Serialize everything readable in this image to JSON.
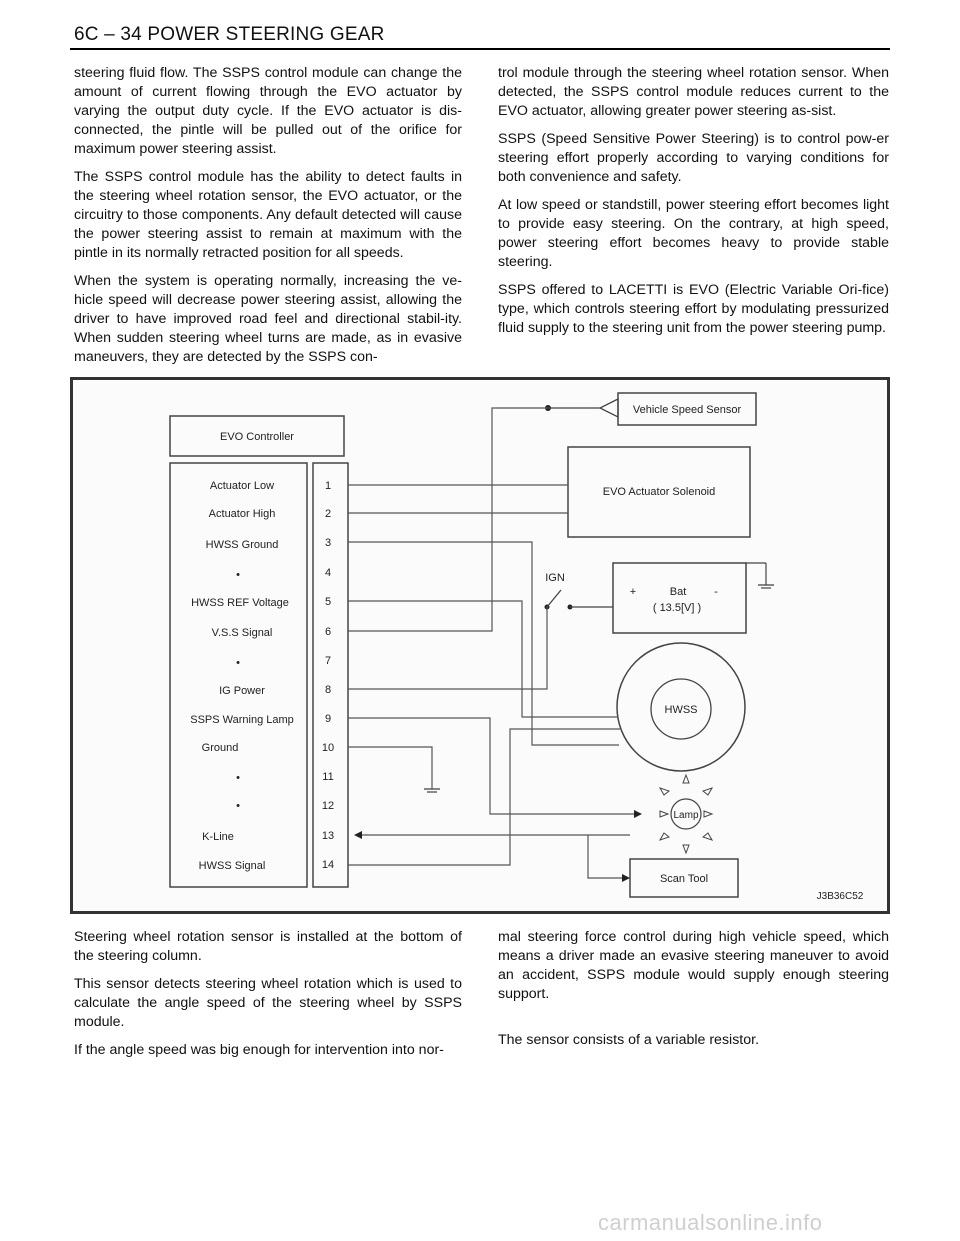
{
  "header": {
    "title": "6C – 34 POWER STEERING GEAR"
  },
  "text_top_left": [
    "steering fluid flow. The SSPS control module can change the amount of current flowing through the EVO actuator by varying the output duty cycle. If the EVO actuator is dis-connected, the pintle will be pulled out of the orifice for maximum power steering assist.",
    "The SSPS control module has the ability to detect faults in the steering wheel rotation sensor, the EVO actuator, or the circuitry to those components. Any default detected will cause the power steering assist to remain at maximum with the pintle in its normally retracted position for all speeds.",
    "When the system is operating normally, increasing the ve-hicle speed will decrease power steering assist, allowing the driver to have improved road feel and directional stabil-ity. When sudden steering wheel turns are made, as in evasive maneuvers, they are detected by the SSPS con-"
  ],
  "text_top_right": [
    "trol module through the steering wheel rotation sensor. When detected, the SSPS control module reduces current to the EVO actuator, allowing greater power steering as-sist.",
    "SSPS (Speed Sensitive Power Steering) is to control pow-er steering effort properly according to varying conditions for both convenience and safety.",
    "At low speed or standstill, power steering effort becomes light to provide easy steering. On the contrary, at high speed, power steering effort becomes heavy to provide stable steering.",
    "SSPS offered to LACETTI is EVO (Electric Variable Ori-fice) type, which controls steering effort by modulating pressurized fluid supply to the steering unit from the power steering pump."
  ],
  "diagram": {
    "controller_label": "EVO Controller",
    "pins": [
      {
        "num": "1",
        "label": "Actuator Low"
      },
      {
        "num": "2",
        "label": "Actuator High"
      },
      {
        "num": "3",
        "label": "HWSS Ground"
      },
      {
        "num": "4",
        "label": "•"
      },
      {
        "num": "5",
        "label": "HWSS REF Voltage"
      },
      {
        "num": "6",
        "label": "V.S.S Signal"
      },
      {
        "num": "7",
        "label": "•"
      },
      {
        "num": "8",
        "label": "IG Power"
      },
      {
        "num": "9",
        "label": "SSPS Warning Lamp"
      },
      {
        "num": "10",
        "label": "Ground"
      },
      {
        "num": "11",
        "label": "•"
      },
      {
        "num": "12",
        "label": "•"
      },
      {
        "num": "13",
        "label": "K-Line"
      },
      {
        "num": "14",
        "label": "HWSS Signal"
      }
    ],
    "vehicle_speed_sensor": "Vehicle Speed Sensor",
    "actuator_solenoid": "EVO Actuator Solenoid",
    "ign": "IGN",
    "bat_plus": "+",
    "bat_label": "Bat",
    "bat_minus": "-",
    "bat_voltage": "( 13.5[V] )",
    "hwss": "HWSS",
    "lamp": "Lamp",
    "scan_tool": "Scan Tool",
    "figure_code": "J3B36C52"
  },
  "text_bottom_left": [
    "Steering wheel rotation sensor is installed at the bottom of the steering column.",
    "This sensor detects steering wheel rotation which is used to calculate the angle speed of the steering wheel by SSPS module.",
    "If the angle speed was big enough for intervention into nor-"
  ],
  "text_bottom_right": [
    "mal steering force control during high vehicle speed, which means a driver made an evasive steering maneuver to avoid an accident, SSPS module would supply enough steering support.",
    "The sensor consists of a variable resistor."
  ],
  "footer": {
    "watermark": "carmanualsonline.info"
  }
}
